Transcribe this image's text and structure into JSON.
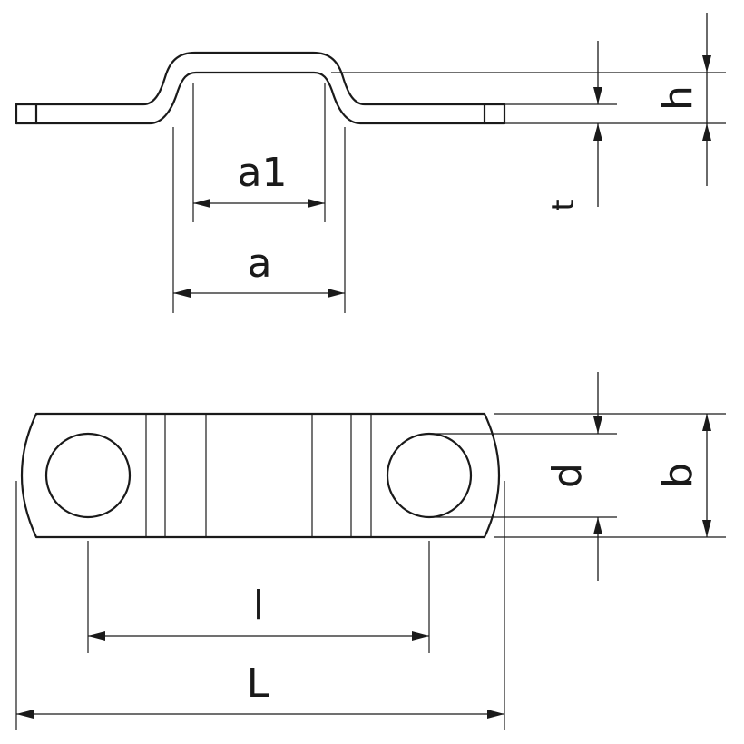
{
  "labels": {
    "a1": "a1",
    "a": "a",
    "h": "h",
    "t": "t",
    "d": "d",
    "b": "b",
    "l": "l",
    "L": "L"
  }
}
